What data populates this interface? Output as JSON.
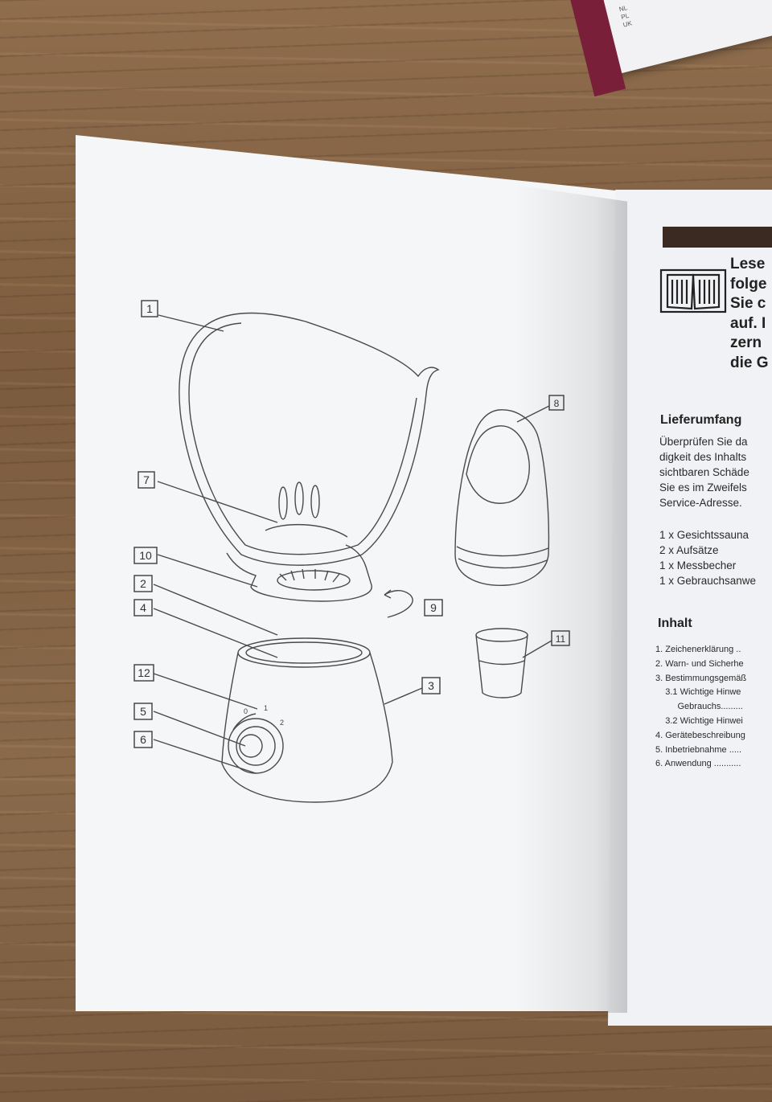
{
  "box_lines": [
    "NL",
    "PL",
    "UK"
  ],
  "callouts": [
    "1",
    "7",
    "10",
    "2",
    "4",
    "12",
    "5",
    "6",
    "3",
    "9",
    "8",
    "11"
  ],
  "knob_marks": [
    "0",
    "1",
    "2"
  ],
  "right_page": {
    "warning_lines": [
      "Lese",
      "folge",
      "Sie c",
      "auf. I",
      "zern",
      "die G"
    ],
    "lieferumfang_heading": "Lieferumfang",
    "lieferumfang_text": [
      "Überprüfen Sie da",
      "digkeit des Inhalts",
      "sichtbaren Schäde",
      "Sie es im Zweifels",
      "Service-Adresse."
    ],
    "contents": [
      "1 x Gesichtssauna",
      "2 x Aufsätze",
      "1 x Messbecher",
      "1 x Gebrauchsanwe"
    ],
    "inhalt_heading": "Inhalt",
    "toc": [
      "1. Zeichenerklärung ..",
      "2. Warn- und Sicherhe",
      "3. Bestimmungsgemäß",
      "    3.1 Wichtige Hinwe",
      "         Gebrauchs.........",
      "    3.2 Wichtige Hinwei",
      "4. Gerätebeschreibung",
      "5. Inbetriebnahme .....",
      "6. Anwendung ..........."
    ]
  }
}
